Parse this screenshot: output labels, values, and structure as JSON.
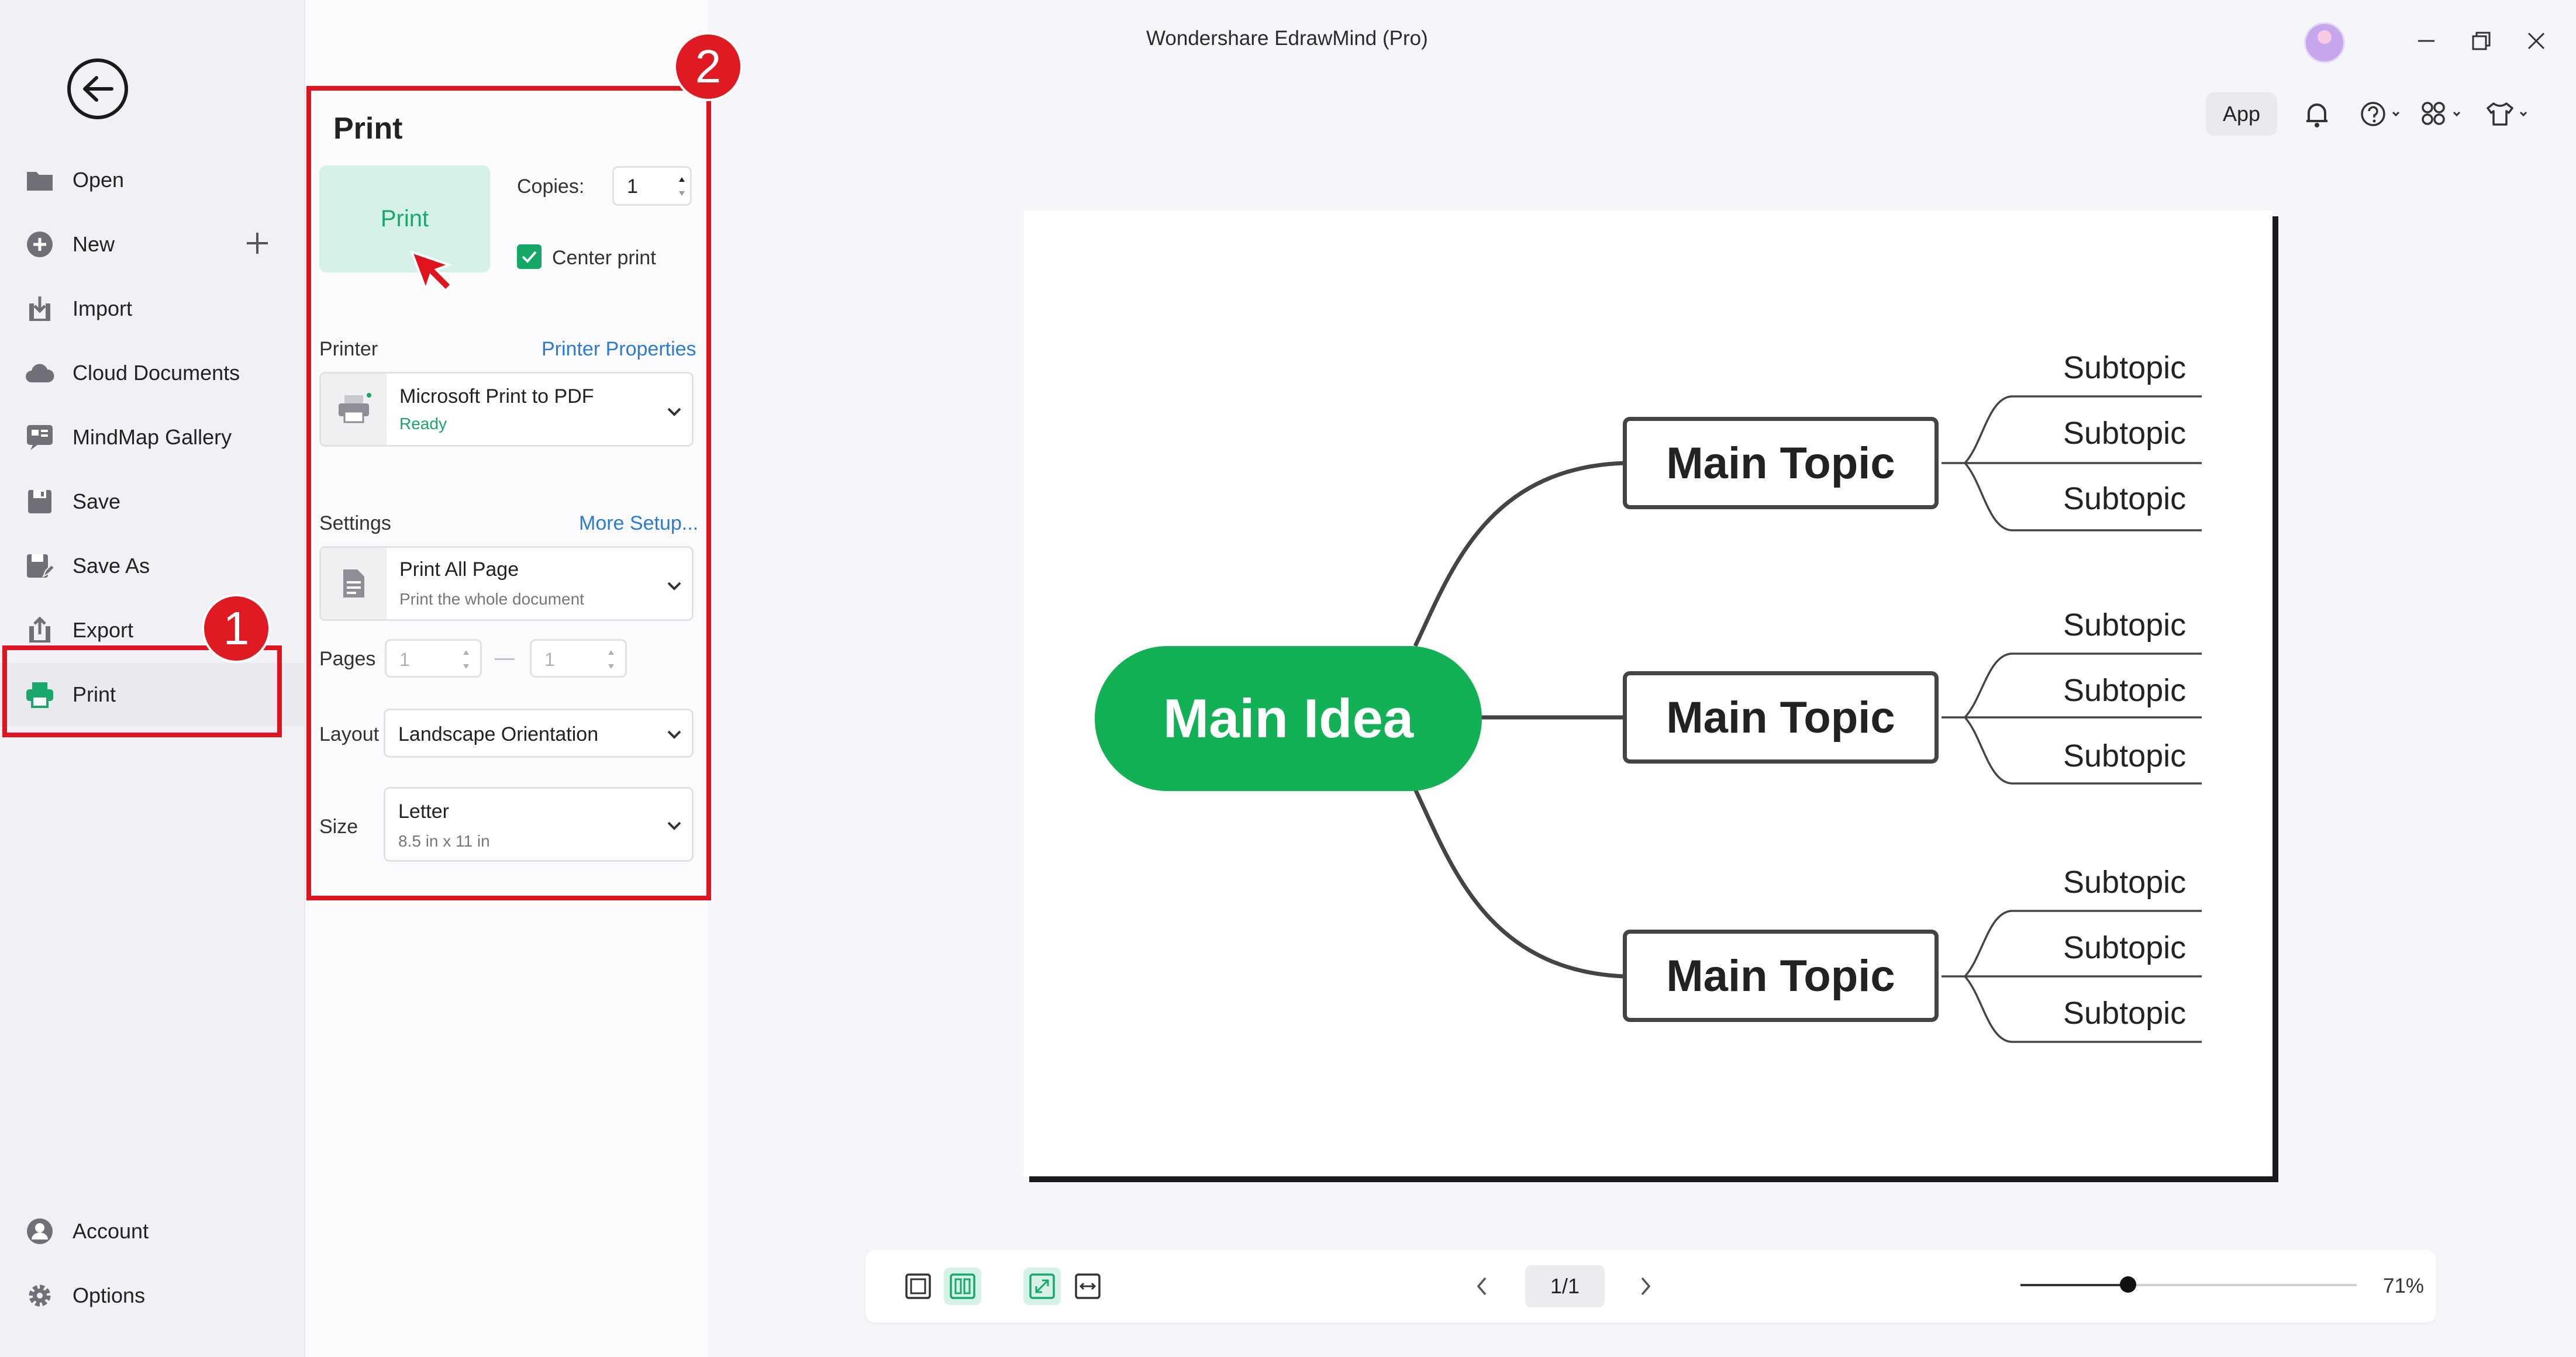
{
  "window": {
    "title": "Wondershare EdrawMind (Pro)"
  },
  "sidebar": {
    "items": [
      {
        "label": "Open"
      },
      {
        "label": "New"
      },
      {
        "label": "Import"
      },
      {
        "label": "Cloud Documents"
      },
      {
        "label": "MindMap Gallery"
      },
      {
        "label": "Save"
      },
      {
        "label": "Save As"
      },
      {
        "label": "Export"
      },
      {
        "label": "Print"
      }
    ],
    "bottom_items": [
      {
        "label": "Account"
      },
      {
        "label": "Options"
      }
    ],
    "active": "Print"
  },
  "annotations": {
    "badge1": "1",
    "badge2": "2"
  },
  "print_panel": {
    "title": "Print",
    "print_button": "Print",
    "copies_label": "Copies:",
    "copies_value": "1",
    "center_print_label": "Center print",
    "center_print_checked": true,
    "printer_label": "Printer",
    "printer_properties_link": "Printer Properties",
    "printer_name": "Microsoft Print to PDF",
    "printer_status": "Ready",
    "settings_label": "Settings",
    "more_setup_link": "More Setup...",
    "settings_value": "Print All Page",
    "settings_desc": "Print the whole document",
    "pages_label": "Pages",
    "pages_from": "1",
    "pages_to": "1",
    "pages_dash": "—",
    "layout_label": "Layout",
    "layout_value": "Landscape Orientation",
    "size_label": "Size",
    "size_value": "Letter",
    "size_desc": "8.5 in x 11 in"
  },
  "topbar": {
    "app_button": "App"
  },
  "mindmap": {
    "main_idea": "Main Idea",
    "topics": [
      {
        "label": "Main Topic",
        "subtopics": [
          "Subtopic",
          "Subtopic",
          "Subtopic"
        ]
      },
      {
        "label": "Main Topic",
        "subtopics": [
          "Subtopic",
          "Subtopic",
          "Subtopic"
        ]
      },
      {
        "label": "Main Topic",
        "subtopics": [
          "Subtopic",
          "Subtopic",
          "Subtopic"
        ]
      }
    ]
  },
  "bottom_bar": {
    "page_indicator": "1/1",
    "zoom_percent": "71%",
    "zoom_level": 0.32
  },
  "colors": {
    "accent": "#12b155",
    "highlight": "#e0141e",
    "link": "#2b7bd6"
  }
}
